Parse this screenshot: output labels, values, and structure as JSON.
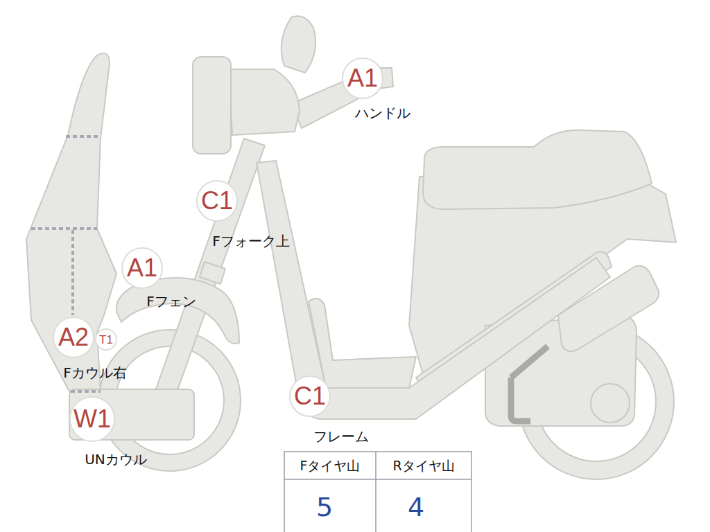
{
  "diagram": {
    "nodes": [
      {
        "text": [
          "A1",
          "ハンドル"
        ]
      },
      {
        "text": [
          "C1",
          "Fフォーク上"
        ]
      },
      {
        "text": [
          "A1",
          "Fフェン"
        ]
      },
      {
        "text": [
          "A2",
          "Fカウル右"
        ]
      },
      {
        "text": [
          "T1"
        ]
      },
      {
        "text": [
          "W1",
          "UNカウル"
        ]
      },
      {
        "text": [
          "C1",
          "フレーム"
        ]
      }
    ],
    "labels": [
      "Fタイヤ山",
      "Rタイヤ山",
      "5",
      "4"
    ]
  }
}
